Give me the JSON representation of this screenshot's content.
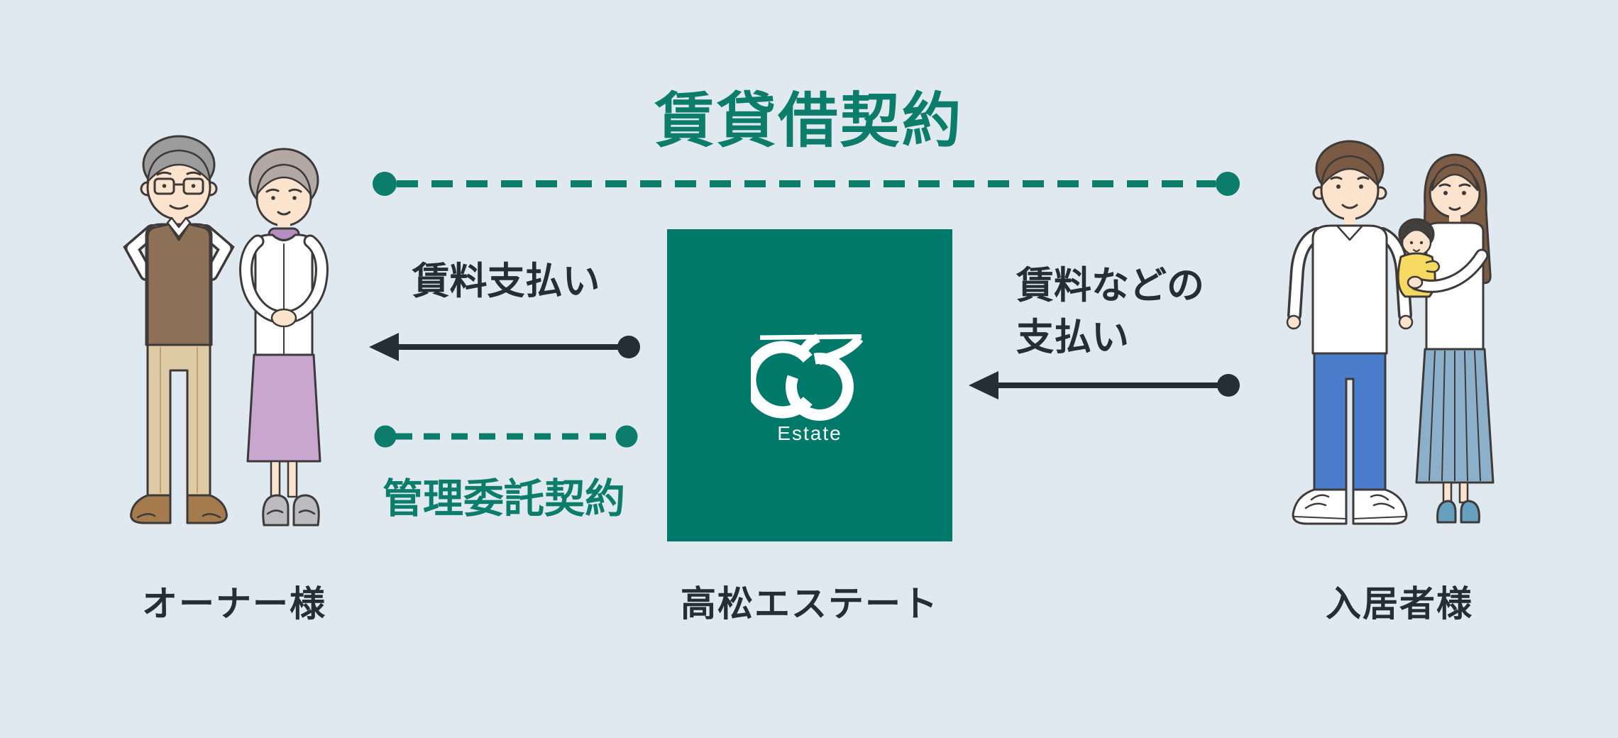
{
  "colors": {
    "background": "#dfe9ef",
    "green_text": "#0c7d6a",
    "green_box": "#00796a",
    "ink": "#242e35"
  },
  "lease": {
    "title": "賃貸借契約"
  },
  "parties": {
    "owner": {
      "label": "オーナー様",
      "illustration": "elderly-couple"
    },
    "company": {
      "label": "高松エステート",
      "logo_text": "Estate",
      "logo_icon": "takamatsu-swirl-logo"
    },
    "tenant": {
      "label": "入居者様",
      "illustration": "family-with-baby"
    }
  },
  "relations": {
    "lease_contract": {
      "label": "賃貸借契約",
      "style": "green-dashed-line-with-end-dots",
      "between": "オーナー様 ⇔ 入居者様"
    },
    "rent_payment": {
      "label": "賃料支払い",
      "style": "solid-black-arrow",
      "direction": "company → owner"
    },
    "management_contract": {
      "label": "管理委託契約",
      "style": "green-dashed-line-with-end-dots",
      "between": "オーナー様 ⇔ 高松エステート"
    },
    "tenant_payment": {
      "label_line1": "賃料などの",
      "label_line2": "支払い",
      "style": "solid-black-arrow",
      "direction": "tenant → company"
    }
  }
}
